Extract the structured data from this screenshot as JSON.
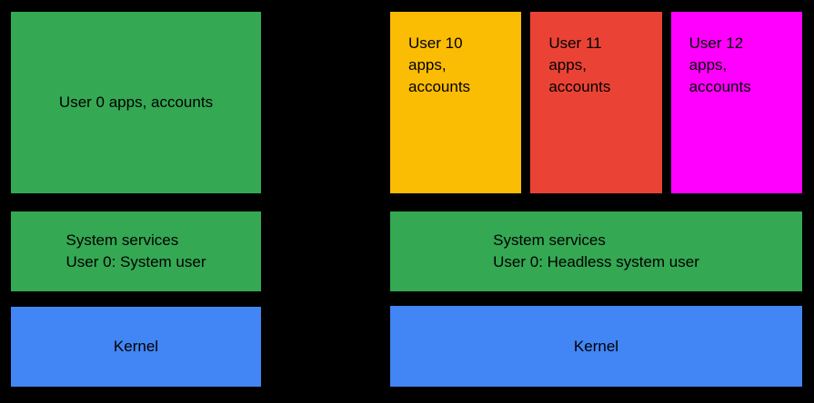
{
  "diagram": {
    "background": "#000000",
    "text_color": "#000000",
    "colors": {
      "green": "#34A853",
      "blue": "#4285F4",
      "yellow": "#FBBC04",
      "red": "#EA4335",
      "magenta": "#FF00FF"
    },
    "left_column": {
      "user_block": {
        "label": "User 0 apps, accounts",
        "color": "#34A853"
      },
      "services_block": {
        "label": "System services\nUser 0: System user",
        "color": "#34A853"
      },
      "kernel_block": {
        "label": "Kernel",
        "color": "#4285F4"
      }
    },
    "right_column": {
      "user_blocks": [
        {
          "label": "User 10\napps,\naccounts",
          "color": "#FBBC04"
        },
        {
          "label": "User 11\napps,\naccounts",
          "color": "#EA4335"
        },
        {
          "label": "User 12\napps,\naccounts",
          "color": "#FF00FF"
        }
      ],
      "services_block": {
        "label": "System services\nUser 0: Headless system user",
        "color": "#34A853"
      },
      "kernel_block": {
        "label": "Kernel",
        "color": "#4285F4"
      }
    }
  }
}
